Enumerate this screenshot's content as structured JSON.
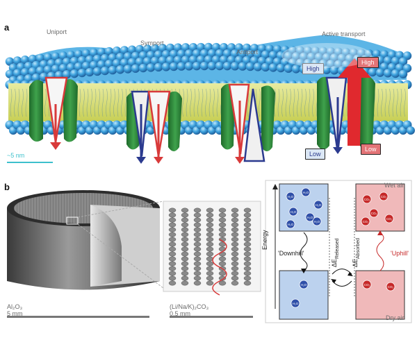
{
  "panel_a": {
    "letter": "a",
    "labels": {
      "uniport": "Uniport",
      "symport": "Symport",
      "antiport": "Antiport",
      "active_transport": "Active transport"
    },
    "tags": {
      "high_left": "High",
      "high_right": "High",
      "low_left": "Low",
      "low_right": "Low"
    },
    "scale": "~5 nm",
    "colors": {
      "membrane_head": "#3aa3dd",
      "tail": "#d7dc77",
      "protein": "#2f8a3c",
      "red": "#d83a3a",
      "blue": "#2b3a8f",
      "scale": "#3cc0cc"
    }
  },
  "panel_b": {
    "letter": "b",
    "left_material": "Al₂O₃",
    "left_scale": "5 mm",
    "mid_material": "(Li/Na/K)₂CO₃",
    "mid_scale": "0.5 mm",
    "energy_axis": "Energy",
    "wet_air": "Wet air",
    "dry_air": "Dry air",
    "downhill": "'Downhill'",
    "uphill": "'Uphill'",
    "released": "ΔE",
    "released_sub": "Released",
    "absorbed": "ΔE",
    "absorbed_sub": "Absorbed",
    "h2o": "H₂O",
    "co2": "CO₂"
  }
}
